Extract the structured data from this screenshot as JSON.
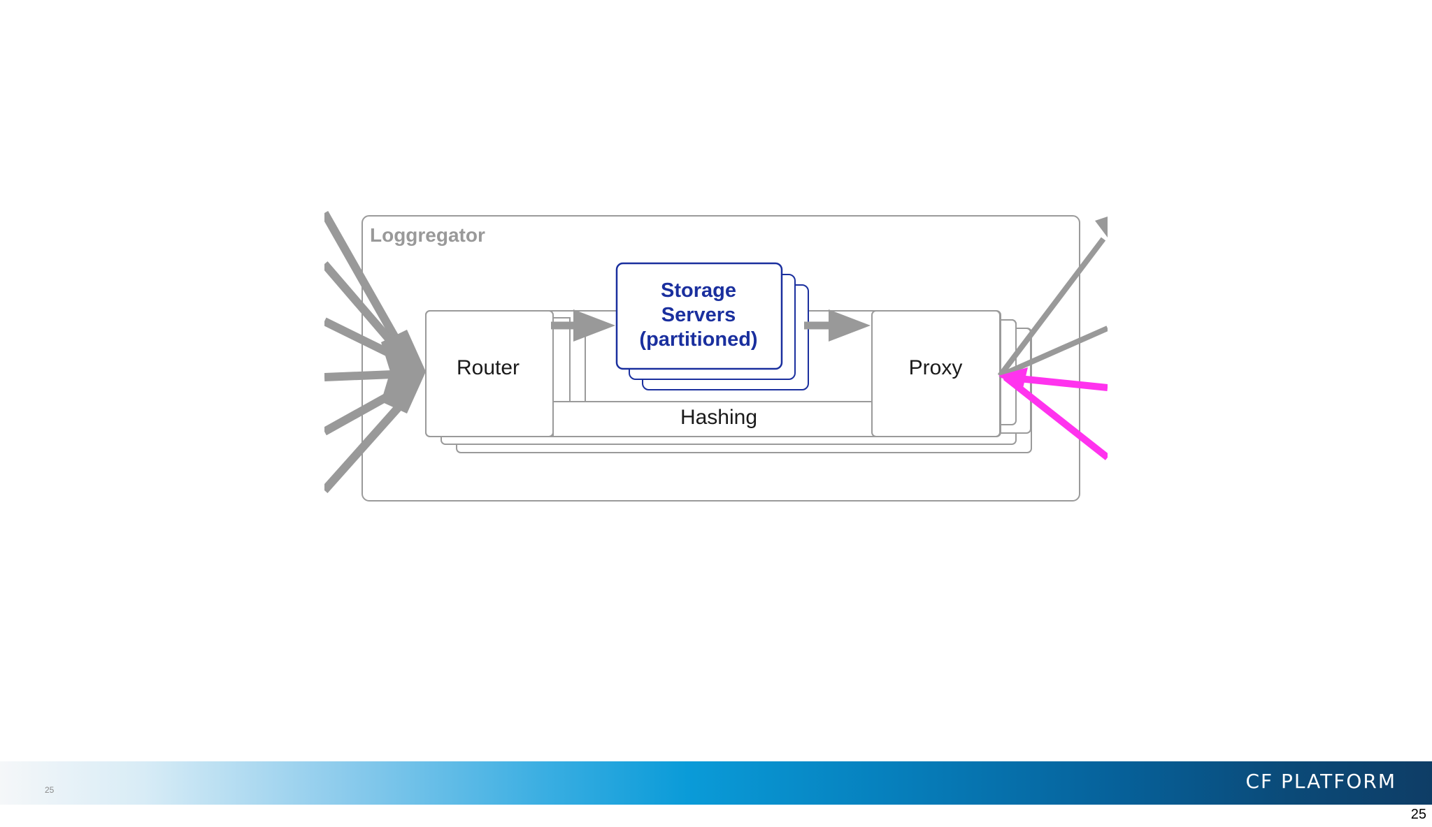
{
  "diagram": {
    "container_label": "Loggregator",
    "router_label": "Router",
    "storage_line1": "Storage",
    "storage_line2": "Servers",
    "storage_line3": "(partitioned)",
    "proxy_label": "Proxy",
    "hashing_label": "Hashing"
  },
  "footer": {
    "small_page_number": "25",
    "brand": "CF PLATFORM",
    "page_number": "25"
  },
  "colors": {
    "arrow_gray": "#999999",
    "storage_blue": "#1a2f9e",
    "highlight_magenta": "#ff33ee"
  }
}
